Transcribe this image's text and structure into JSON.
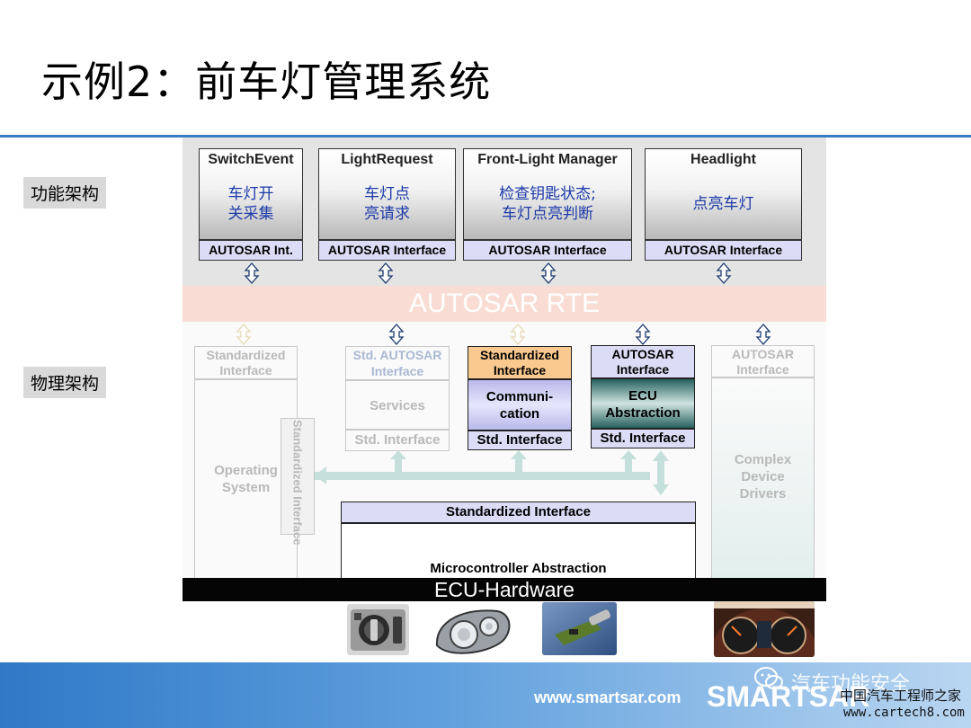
{
  "title": "示例2：前车灯管理系统",
  "labels": {
    "functional": "功能架构",
    "physical": "物理架构"
  },
  "components": [
    {
      "name": "SwitchEvent",
      "body": [
        "车灯开",
        "关采集"
      ],
      "interface": "AUTOSAR Int."
    },
    {
      "name": "LightRequest",
      "body": [
        "车灯点",
        "亮请求"
      ],
      "interface": "AUTOSAR Interface"
    },
    {
      "name": "Front-Light Manager",
      "body": [
        "检查钥匙状态;",
        "车灯点亮判断"
      ],
      "interface": "AUTOSAR Interface"
    },
    {
      "name": "Headlight",
      "body": [
        "点亮车灯"
      ],
      "interface": "AUTOSAR Interface"
    }
  ],
  "rte": "AUTOSAR RTE",
  "bsw": {
    "os_interface": [
      "Standardized",
      "Interface"
    ],
    "os": [
      "Operating",
      "System"
    ],
    "os_side_interface": "Standardized Interface",
    "services_interface": [
      "Std. AUTOSAR",
      "Interface"
    ],
    "services": "Services",
    "services_std": "Std. Interface",
    "comm_interface": [
      "Standardized",
      "Interface"
    ],
    "comm": [
      "Communi-",
      "cation"
    ],
    "comm_std": "Std. Interface",
    "ecu_interface": [
      "AUTOSAR",
      "Interface"
    ],
    "ecu": [
      "ECU",
      "Abstraction"
    ],
    "ecu_std": "Std. Interface",
    "cdd_interface": [
      "AUTOSAR",
      "Interface"
    ],
    "cdd": [
      "Complex",
      "Device",
      "Drivers"
    ],
    "mcal_interface": "Standardized Interface",
    "mcal": "Microcontroller Abstraction"
  },
  "hardware": "ECU-Hardware",
  "photos": [
    "light-switch",
    "headlamp",
    "sensor-board",
    "instrument-cluster"
  ],
  "footer": {
    "url": "www.smartsar.com",
    "brand": "SMARTSAR",
    "watermark": "汽车功能安全",
    "watermark2": "中国汽车工程师之家",
    "watermark3": "www.cartech8.com"
  },
  "colors": {
    "title_rule": "#3a7cc6",
    "rte": "#f9ddd4",
    "interface_fill": "#dcdcf6",
    "orange_interface": "#fac98f",
    "ecu_teal": "#27615f",
    "comm_fill": "#c8c8ee",
    "footer": "#2f79c7"
  },
  "icons": [
    "up-down-arrow-icon",
    "wechat-icon"
  ]
}
